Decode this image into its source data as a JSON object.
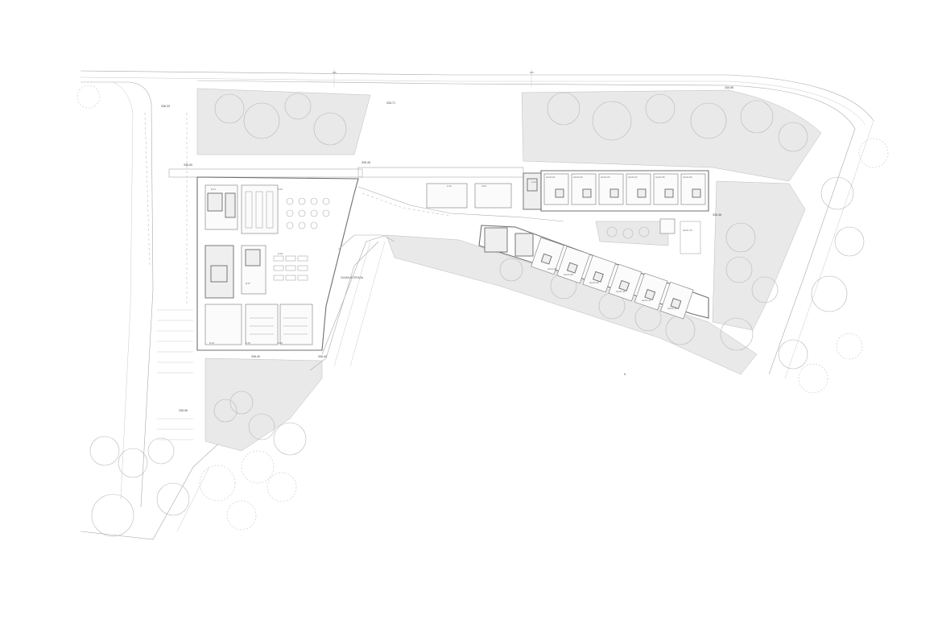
{
  "labels": {
    "elev_1": "336,33",
    "elev_2": "336,50",
    "elev_3": "335,71",
    "elev_4": "335,45",
    "elev_5": "335,96",
    "elev_6": "335,46",
    "elev_7": "336,40",
    "elev_8": "336,40",
    "elev_9": "335,96",
    "top_1": "336",
    "top_2": "335",
    "zumaeva": "ZUNANJA TERASA",
    "rooms": {
      "r1": "D.01",
      "r2": "D.02",
      "r3": "D.03",
      "r4": "D.04",
      "r5": "D.05",
      "r6": "D.06",
      "r7": "D.07",
      "r8": "A.10",
      "r9": "A.06",
      "r10": "A.12",
      "r11": "AA.01.01",
      "r12": "AA.01.02",
      "r13": "AA.01.03",
      "r14": "AA.01.04",
      "r15": "AA.01.05",
      "r16": "AA.01.06",
      "r17": "AA.01.07",
      "r18": "AA.01.08",
      "r19": "AA.01.09",
      "r20": "AA.01.10",
      "r21": "AA.01.11",
      "r22": "AA.01.12",
      "r23": "AA.01.13"
    },
    "north": "N"
  }
}
